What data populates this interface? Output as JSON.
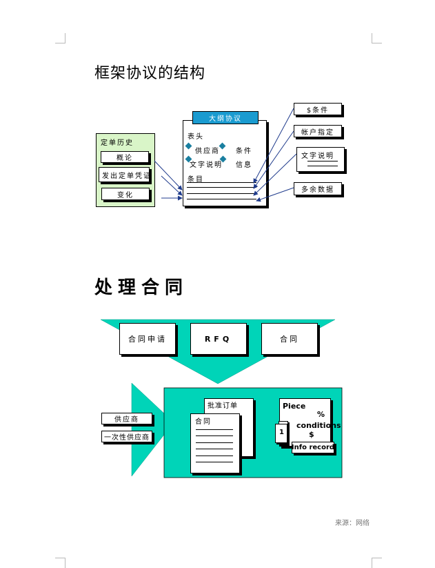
{
  "section1": {
    "title": "框架协议的结构",
    "order_history": {
      "heading": "定单历史",
      "items": [
        "概论",
        "发出定单凭证",
        "变化"
      ]
    },
    "outline": {
      "banner": "大纲协议",
      "header_label": "表头",
      "vendor": "供应商",
      "terms": "条件",
      "text_desc": "文字说明",
      "info": "信息",
      "items_label": "条目"
    },
    "callouts": [
      "$条件",
      "帐户指定",
      "文字说明",
      "多余数据"
    ]
  },
  "section2": {
    "title": "处理合同",
    "top_boxes": [
      "合同申请",
      "RFQ",
      "合同"
    ],
    "vendor_boxes": [
      "供应商",
      "一次性供应商"
    ],
    "release_order": "批准订单",
    "contract": "合同",
    "piece": "Piece",
    "percent": "%",
    "conditions": "conditions",
    "dollar": "$",
    "number_one": "1",
    "info_record": "Info record"
  },
  "footer": {
    "source": "来源：网络"
  },
  "colors": {
    "banner_blue": "#1a9bd0",
    "arrow_blue": "#1f3b8c",
    "panel_green": "#d9f5c8",
    "teal": "#00d4b8",
    "diamond": "#1a7fa0"
  }
}
